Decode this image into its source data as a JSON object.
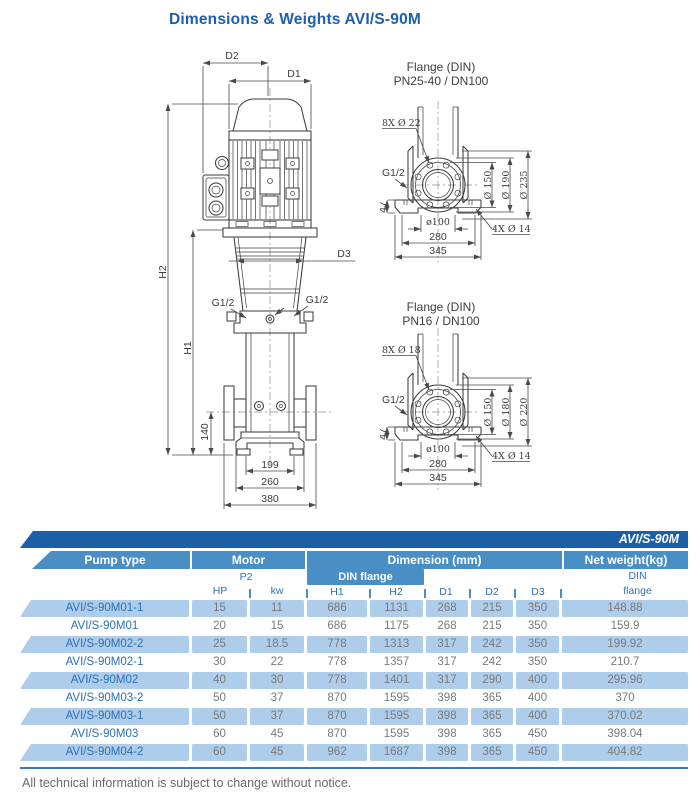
{
  "title": "Dimensions & Weights AVI/S-90M",
  "footer_note": "All technical information is subject to change without notice.",
  "colors": {
    "title_blue": "#1d5fae",
    "header_dark_blue": "#1b5fa8",
    "header_mid_blue": "#4a8ec6",
    "row_light_blue": "#aecdea",
    "text_blue": "#2e6fb5",
    "number_gray": "#7a7a7a",
    "drawing_line": "#3d3d3d"
  },
  "pump_drawing": {
    "d2": "D2",
    "d1": "D1",
    "h2": "H2",
    "h1": "H1",
    "d3": "D3",
    "g12_left": "G1/2",
    "g12_right": "G1/2",
    "dim_140": "140",
    "dim_199": "199",
    "dim_260": "260",
    "dim_380": "380"
  },
  "flange_top": {
    "title_line1": "Flange (DIN)",
    "title_line2": "PN25-40 / DN100",
    "bolt_callout": "8X Ø 22",
    "port": "G1/2",
    "base_height": "47",
    "dia_1": "Ø 150",
    "dia_2": "Ø 190",
    "dia_3": "Ø 235",
    "bore": "ø100",
    "dim_280": "280",
    "dim_345": "345",
    "foot_callout": "4X Ø 14"
  },
  "flange_bottom": {
    "title_line1": "Flange (DIN)",
    "title_line2": "PN16 / DN100",
    "bolt_callout": "8X Ø 18",
    "port": "G1/2",
    "base_height": "47",
    "dia_1": "Ø 150",
    "dia_2": "Ø 180",
    "dia_3": "Ø 220",
    "bore": "ø100",
    "dim_280": "280",
    "dim_345": "345",
    "foot_callout": "4X Ø 14"
  },
  "table": {
    "series_label": "AVI/S-90M",
    "group_headers": {
      "pump_type": "Pump type",
      "motor": "Motor",
      "dimension": "Dimension (mm)",
      "net_weight": "Net weight(kg)"
    },
    "sub_headers": {
      "p2": "P2",
      "hp": "HP",
      "kw": "kw",
      "din_flange": "DIN flange",
      "h1": "H1",
      "h2": "H2",
      "d1": "D1",
      "d2": "D2",
      "d3": "D3",
      "din": "DIN",
      "flange": "flange"
    },
    "rows": [
      {
        "pump_type": "AVI/S-90M01-1",
        "hp": "15",
        "kw": "11",
        "h1": "686",
        "h2": "1131",
        "d1": "268",
        "d2": "215",
        "d3": "350",
        "weight": "148.88"
      },
      {
        "pump_type": "AVI/S-90M01",
        "hp": "20",
        "kw": "15",
        "h1": "686",
        "h2": "1175",
        "d1": "268",
        "d2": "215",
        "d3": "350",
        "weight": "159.9"
      },
      {
        "pump_type": "AVI/S-90M02-2",
        "hp": "25",
        "kw": "18.5",
        "h1": "778",
        "h2": "1313",
        "d1": "317",
        "d2": "242",
        "d3": "350",
        "weight": "199.92"
      },
      {
        "pump_type": "AVI/S-90M02-1",
        "hp": "30",
        "kw": "22",
        "h1": "778",
        "h2": "1357",
        "d1": "317",
        "d2": "242",
        "d3": "350",
        "weight": "210.7"
      },
      {
        "pump_type": "AVI/S-90M02",
        "hp": "40",
        "kw": "30",
        "h1": "778",
        "h2": "1401",
        "d1": "317",
        "d2": "290",
        "d3": "400",
        "weight": "295.96"
      },
      {
        "pump_type": "AVI/S-90M03-2",
        "hp": "50",
        "kw": "37",
        "h1": "870",
        "h2": "1595",
        "d1": "398",
        "d2": "365",
        "d3": "400",
        "weight": "370"
      },
      {
        "pump_type": "AVI/S-90M03-1",
        "hp": "50",
        "kw": "37",
        "h1": "870",
        "h2": "1595",
        "d1": "398",
        "d2": "365",
        "d3": "400",
        "weight": "370.02"
      },
      {
        "pump_type": "AVI/S-90M03",
        "hp": "60",
        "kw": "45",
        "h1": "870",
        "h2": "1595",
        "d1": "398",
        "d2": "365",
        "d3": "450",
        "weight": "398.04"
      },
      {
        "pump_type": "AVI/S-90M04-2",
        "hp": "60",
        "kw": "45",
        "h1": "962",
        "h2": "1687",
        "d1": "398",
        "d2": "365",
        "d3": "450",
        "weight": "404.82"
      }
    ]
  }
}
